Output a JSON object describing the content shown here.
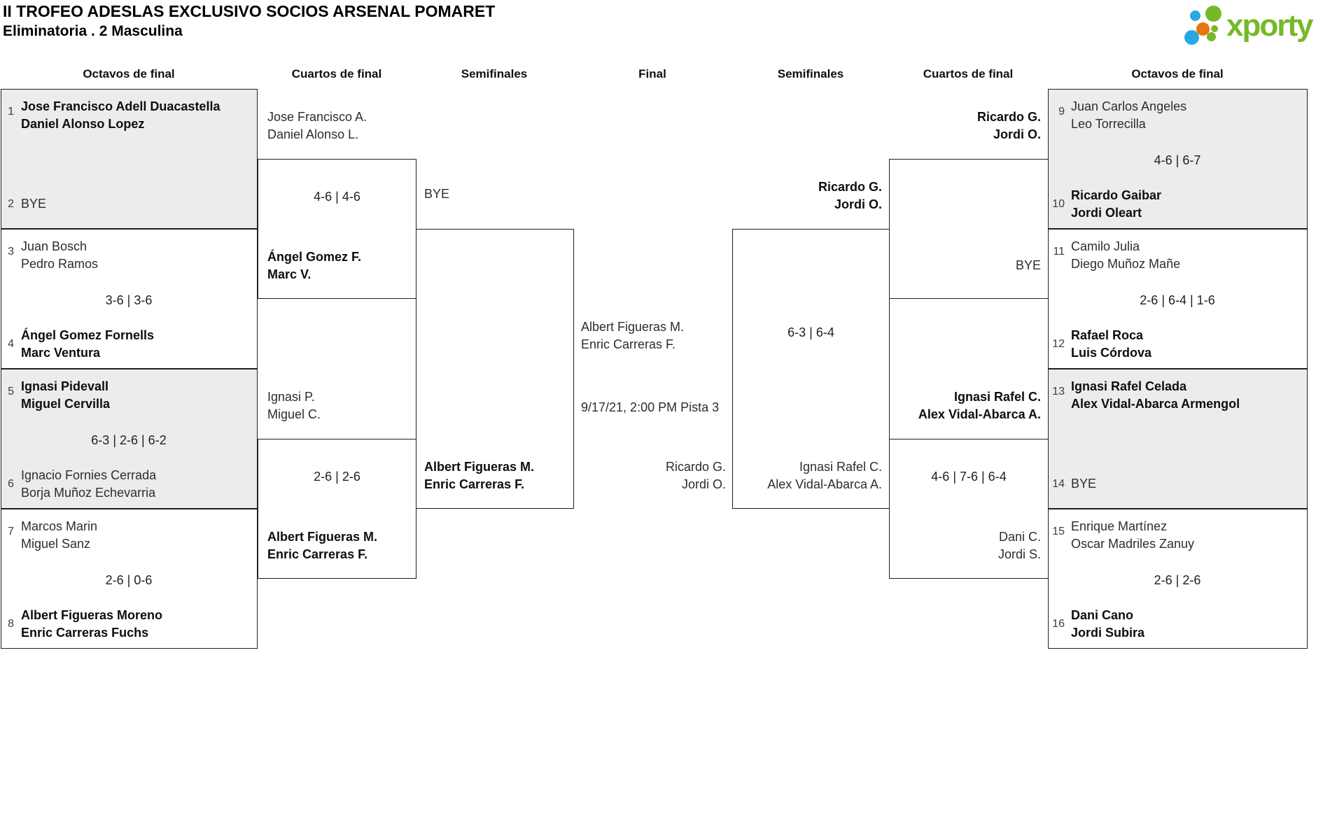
{
  "header": {
    "title": "II TROFEO ADESLAS EXCLUSIVO SOCIOS ARSENAL POMARET",
    "subtitle": "Eliminatoria . 2 Masculina",
    "logo_text": "xporty"
  },
  "colors": {
    "logo_green": "#76b829",
    "logo_blue": "#29a8e0",
    "logo_orange": "#e87511",
    "box_gray": "#ececec",
    "line": "#1f1f1f"
  },
  "round_headers": [
    {
      "label": "Octavos de final"
    },
    {
      "label": "Cuartos de final"
    },
    {
      "label": "Semifinales"
    },
    {
      "label": "Final"
    },
    {
      "label": "Semifinales"
    },
    {
      "label": "Cuartos de final"
    },
    {
      "label": "Octavos de final"
    }
  ],
  "bracket": {
    "r16_left": [
      {
        "seed_a": "1",
        "a1": "Jose Francisco Adell Duacastella",
        "a2": "Daniel Alonso Lopez",
        "score": "",
        "seed_b": "2",
        "b1": "BYE",
        "b2": ""
      },
      {
        "seed_a": "3",
        "a1": "Juan Bosch",
        "a2": "Pedro Ramos",
        "score": "3-6 | 3-6",
        "seed_b": "4",
        "b1": "Ángel Gomez Fornells",
        "b2": "Marc Ventura"
      },
      {
        "seed_a": "5",
        "a1": "Ignasi Pidevall",
        "a2": "Miguel Cervilla",
        "score": "6-3 | 2-6 | 6-2",
        "seed_b": "6",
        "b1": "Ignacio Fornies Cerrada",
        "b2": "Borja Muñoz Echevarria"
      },
      {
        "seed_a": "7",
        "a1": "Marcos Marin",
        "a2": "Miguel Sanz",
        "score": "2-6 | 0-6",
        "seed_b": "8",
        "b1": "Albert Figueras Moreno",
        "b2": "Enric Carreras Fuchs"
      }
    ],
    "r16_right": [
      {
        "seed_a": "9",
        "a1": "Juan Carlos Angeles",
        "a2": "Leo Torrecilla",
        "score": "4-6 | 6-7",
        "seed_b": "10",
        "b1": "Ricardo Gaibar",
        "b2": "Jordi Oleart"
      },
      {
        "seed_a": "11",
        "a1": "Camilo Julia",
        "a2": "Diego Muñoz Mañe",
        "score": "2-6 | 6-4 | 1-6",
        "seed_b": "12",
        "b1": "Rafael Roca",
        "b2": "Luis Córdova"
      },
      {
        "seed_a": "13",
        "a1": "Ignasi Rafel Celada",
        "a2": "Alex Vidal-Abarca Armengol",
        "score": "",
        "seed_b": "14",
        "b1": "BYE",
        "b2": ""
      },
      {
        "seed_a": "15",
        "a1": "Enrique Martínez",
        "a2": "Oscar Madriles Zanuy",
        "score": "2-6 | 2-6",
        "seed_b": "16",
        "b1": "Dani Cano",
        "b2": "Jordi Subira"
      }
    ],
    "qf_left": [
      {
        "a1": "Jose Francisco A.",
        "a2": "Daniel Alonso L.",
        "score": "4-6 | 4-6",
        "b1": "Ángel Gomez F.",
        "b2": "Marc V."
      },
      {
        "a1": "Ignasi P.",
        "a2": "Miguel C.",
        "score": "2-6 | 2-6",
        "b1": "Albert Figueras M.",
        "b2": "Enric Carreras F."
      }
    ],
    "sf_left": {
      "a1": "BYE",
      "b1": "Albert Figueras M.",
      "b2": "Enric Carreras F."
    },
    "final": {
      "a1": "Albert Figueras M.",
      "a2": "Enric Carreras F.",
      "schedule": "9/17/21, 2:00 PM Pista 3",
      "b1": "Ricardo G.",
      "b2": "Jordi O."
    },
    "sf_right": {
      "a1": "Ricardo G.",
      "a2": "Jordi O.",
      "score": "6-3 | 6-4",
      "b1": "Ignasi Rafel C.",
      "b2": "Alex Vidal-Abarca A."
    },
    "qf_right": [
      {
        "a1": "Ricardo G.",
        "a2": "Jordi O.",
        "score": "",
        "b1": "BYE"
      },
      {
        "a1": "Ignasi Rafel C.",
        "a2": "Alex Vidal-Abarca A.",
        "score": "4-6 | 7-6 | 6-4",
        "b1": "Dani C.",
        "b2": "Jordi S."
      }
    ]
  }
}
